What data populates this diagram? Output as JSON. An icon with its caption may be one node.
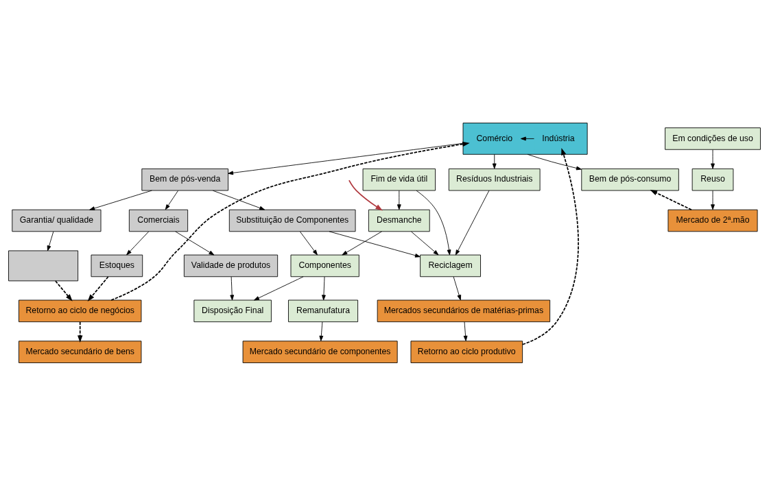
{
  "diagram": {
    "nodes": [
      {
        "text": [],
        "shape": "box"
      },
      {
        "text": [
          "Comércio"
        ],
        "in": 0
      },
      {
        "text": [
          "Indústria"
        ],
        "in": 0
      },
      {
        "text": [
          "Bem de pós-venda"
        ]
      },
      {
        "text": [
          "Resíduos Industriais"
        ]
      },
      {
        "text": [
          "Bem de pós-consumo"
        ]
      },
      {
        "text": [
          "Garantia/ qualidade"
        ]
      },
      {
        "text": [
          "Comerciais"
        ]
      },
      {
        "text": [
          "Substituição de Componentes"
        ]
      },
      {
        "text": [
          "Fim de vida útil"
        ]
      },
      {
        "text": [
          "Em condições de uso"
        ]
      },
      {
        "text": [],
        "shape": "box"
      },
      {
        "text": [
          "Estoques"
        ]
      },
      {
        "text": [
          "Validade de produtos"
        ]
      },
      {
        "text": [
          "Desmanche"
        ]
      },
      {
        "text": [
          "Reuso"
        ]
      },
      {
        "text": [
          "Componentes"
        ]
      },
      {
        "text": [
          "Retorno ao ciclo de negócios"
        ]
      },
      {
        "text": [
          "Disposição Final"
        ]
      },
      {
        "text": [
          "Reciclagem"
        ]
      },
      {
        "text": [
          "Remanufatura"
        ]
      },
      {
        "text": [
          "Mercado de 2ª.mão"
        ]
      },
      {
        "text": [
          "Mercados secundários de matérias-primas"
        ]
      },
      {
        "text": [
          "Mercado secundário de componentes"
        ]
      },
      {
        "text": [
          "Mercado secundário de bens"
        ]
      },
      {
        "text": [
          "Retorno ao ciclo produtivo"
        ]
      }
    ],
    "edges": [
      {
        "from": 2,
        "to": 1,
        "arrow": "to"
      },
      {
        "from": 0,
        "to": 3,
        "arrow": "to"
      },
      {
        "from": 0,
        "to": 4,
        "arrow": "to"
      },
      {
        "from": 0,
        "to": 5,
        "arrow": "to"
      },
      {
        "from": 3,
        "to": 6,
        "arrow": "to"
      },
      {
        "from": 3,
        "to": 7,
        "arrow": "to"
      },
      {
        "from": 3,
        "to": 8,
        "arrow": "to"
      },
      {
        "from": 6,
        "to": 11,
        "arrow": "to"
      },
      {
        "from": 7,
        "to": 12,
        "arrow": "to"
      },
      {
        "from": 7,
        "to": 13,
        "arrow": "to"
      },
      {
        "from": null,
        "to": 14,
        "arrow": "to",
        "color": "#b0393f"
      },
      {
        "from": 9,
        "to": 14,
        "arrow": "to"
      },
      {
        "from": 9,
        "to": 19,
        "arrow": "to"
      },
      {
        "from": 8,
        "to": 19,
        "arrow": "to"
      },
      {
        "from": 8,
        "to": 16,
        "arrow": "to"
      },
      {
        "from": 4,
        "to": 19,
        "arrow": "to"
      },
      {
        "from": 14,
        "to": 19,
        "arrow": "to"
      },
      {
        "from": 14,
        "to": 16,
        "arrow": "to"
      },
      {
        "from": 16,
        "to": 18,
        "arrow": "to"
      },
      {
        "from": 16,
        "to": 20,
        "arrow": "to"
      },
      {
        "from": 13,
        "to": 18,
        "arrow": "to"
      },
      {
        "from": 10,
        "to": 15,
        "arrow": "to"
      },
      {
        "from": 15,
        "to": 21,
        "arrow": "to"
      },
      {
        "from": 11,
        "to": 17,
        "arrow": "to",
        "style": "dashed"
      },
      {
        "from": 12,
        "to": 17,
        "arrow": "to",
        "style": "dashed"
      },
      {
        "from": 17,
        "to": 24,
        "arrow": "to",
        "style": "dashed"
      },
      {
        "from": 19,
        "to": 22,
        "arrow": "to"
      },
      {
        "from": 20,
        "to": 23,
        "arrow": "to"
      },
      {
        "from": 22,
        "to": 25,
        "arrow": "to"
      },
      {
        "from": 21,
        "to": 5,
        "arrow": "to",
        "style": "dashed"
      },
      {
        "from": 25,
        "to": 2,
        "arrow": "to",
        "style": "dashed"
      },
      {
        "from": 17,
        "to": 1,
        "arrow": "to",
        "style": "dashed"
      }
    ]
  }
}
